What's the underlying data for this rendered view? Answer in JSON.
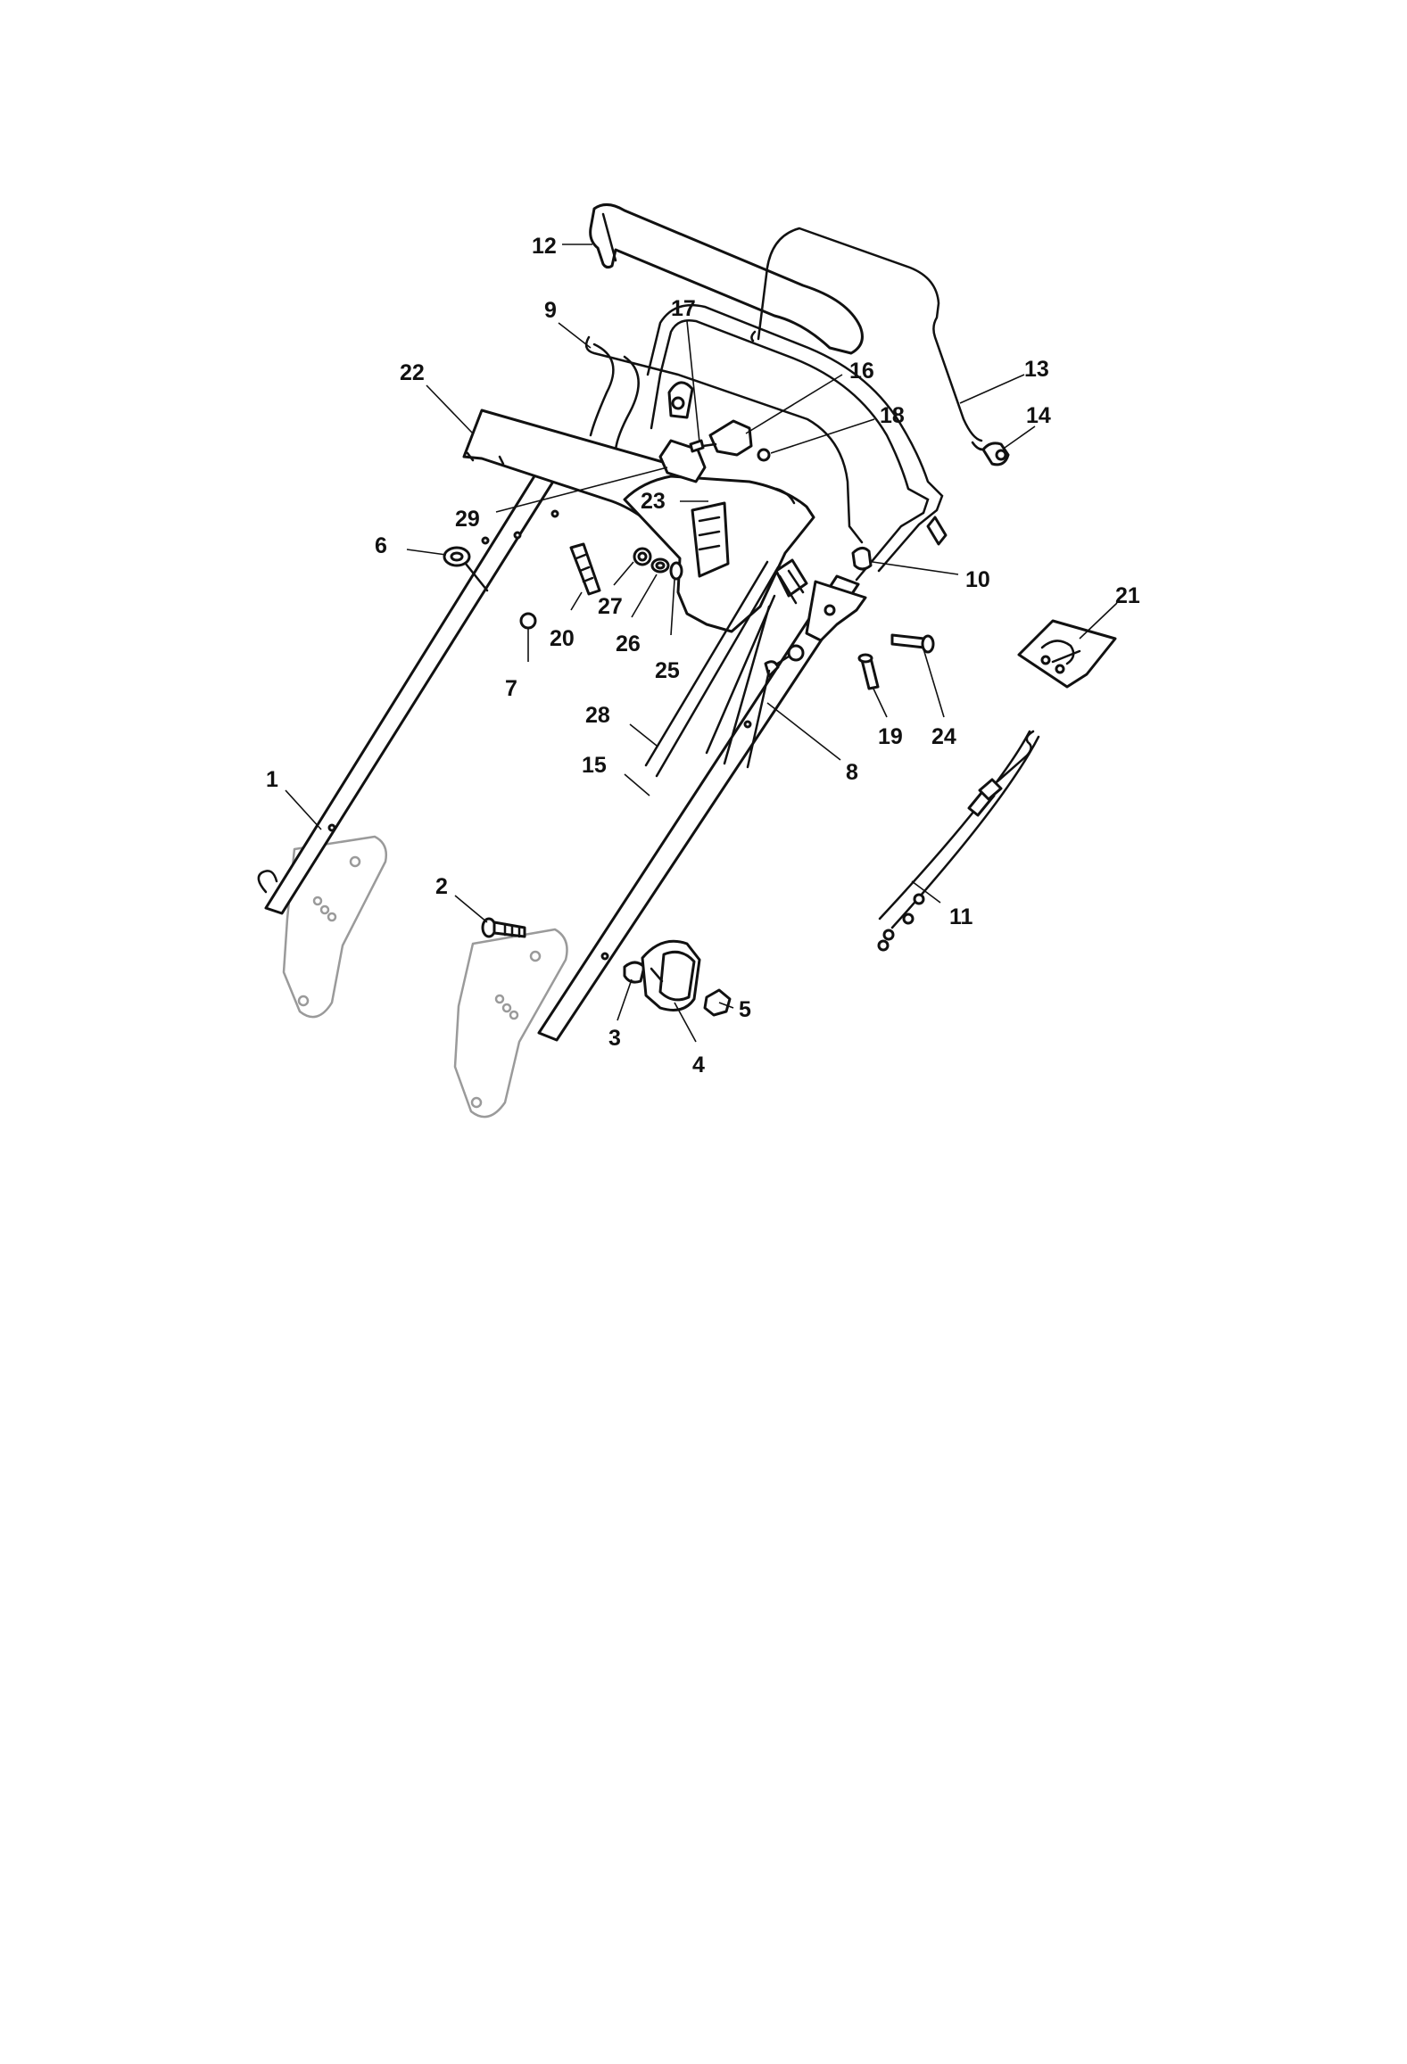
{
  "diagram": {
    "colors": {
      "line": "#111111",
      "ghost": "#9a9a9a",
      "background": "#ffffff"
    },
    "callouts": [
      "1",
      "2",
      "3",
      "4",
      "5",
      "6",
      "7",
      "8",
      "9",
      "10",
      "11",
      "12",
      "13",
      "14",
      "15",
      "16",
      "17",
      "18",
      "19",
      "20",
      "21",
      "22",
      "23",
      "24",
      "25",
      "26",
      "27",
      "28",
      "29"
    ]
  }
}
